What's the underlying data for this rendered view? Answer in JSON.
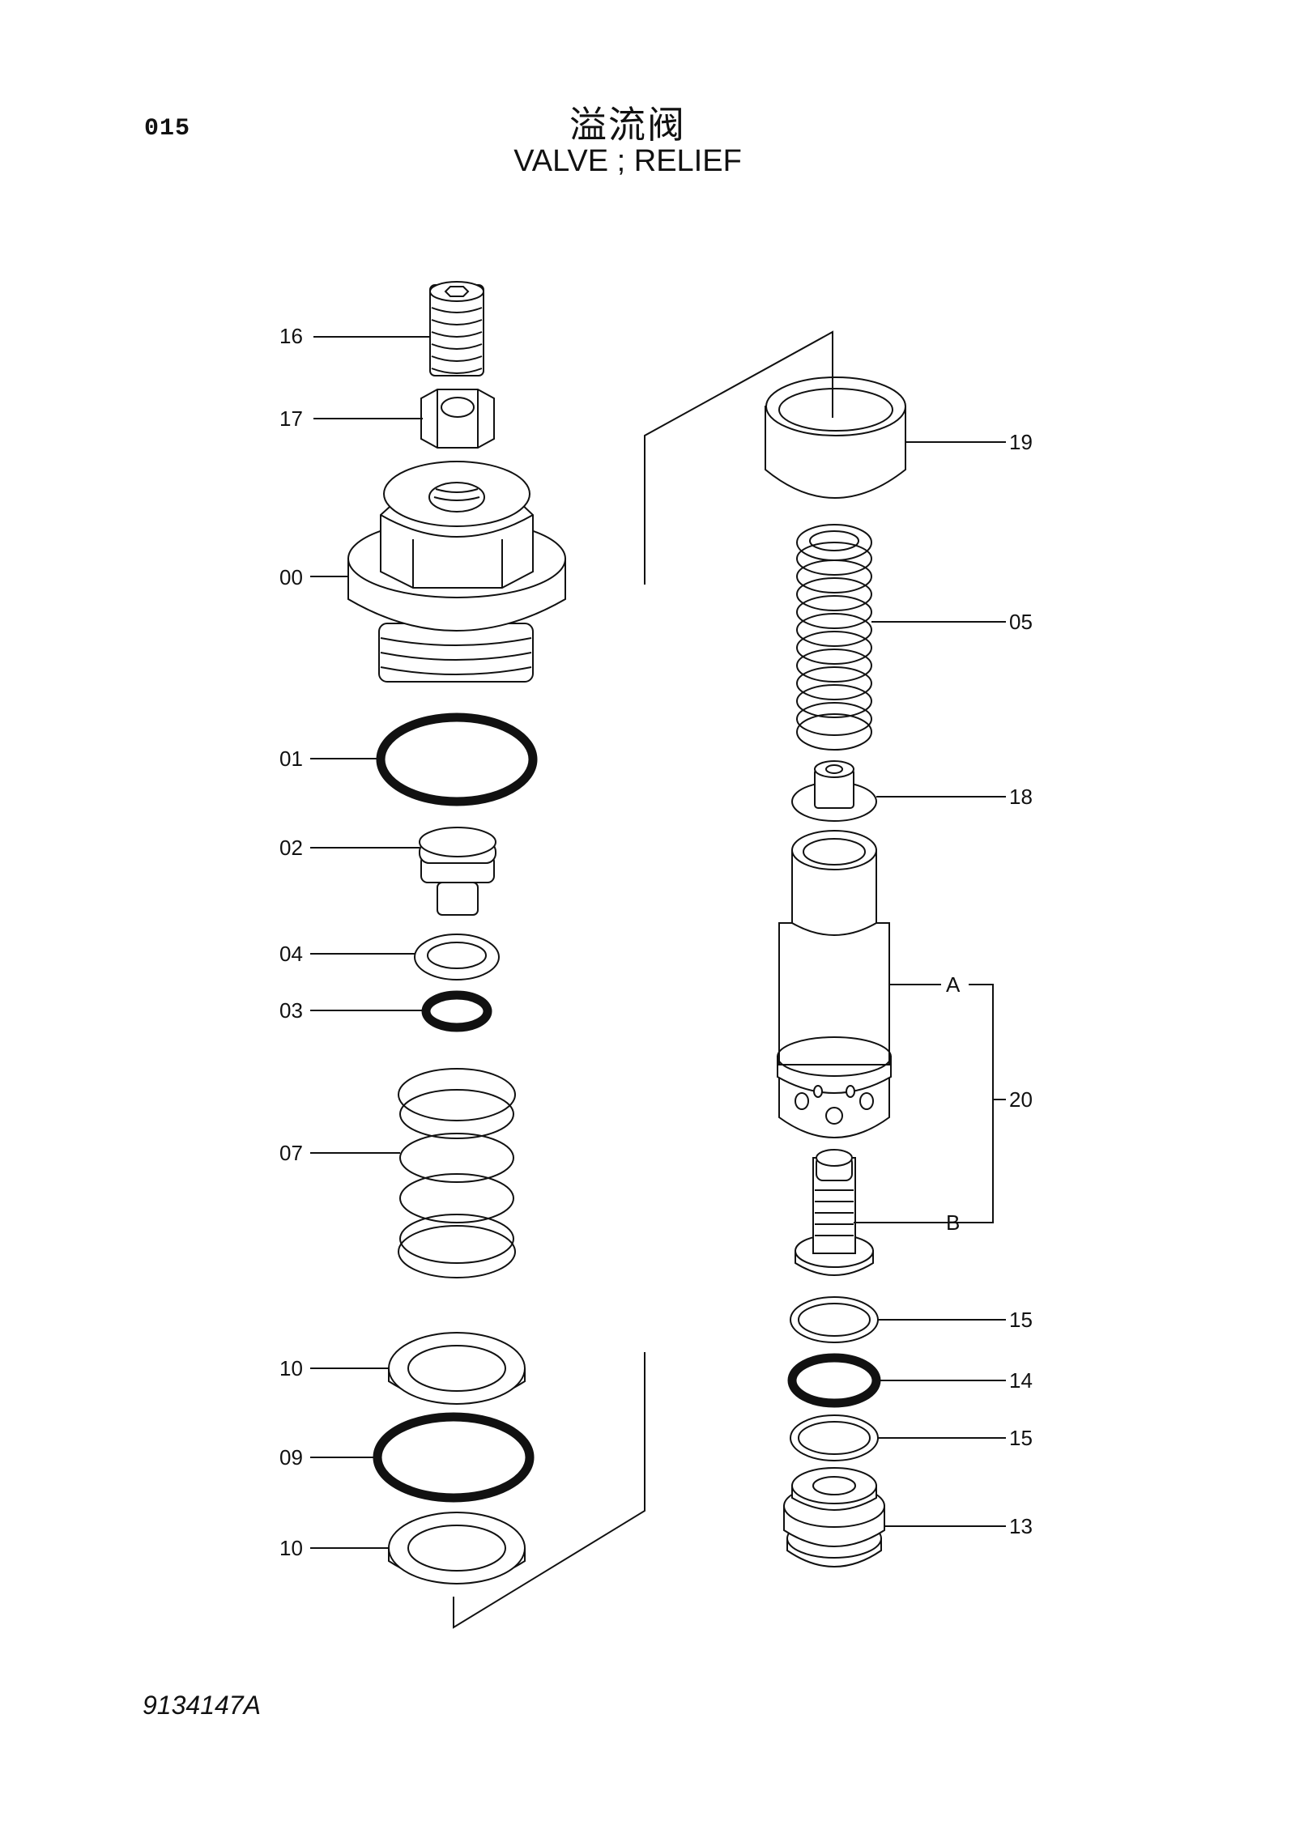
{
  "header": {
    "page_number": "015",
    "title_cn": "溢流阀",
    "title_en": "VALVE ; RELIEF"
  },
  "callouts": {
    "c16": "16",
    "c17": "17",
    "c00": "00",
    "c01": "01",
    "c02": "02",
    "c04": "04",
    "c03": "03",
    "c07": "07",
    "c10a": "10",
    "c09": "09",
    "c10b": "10",
    "c19": "19",
    "c05": "05",
    "c18": "18",
    "cA": "A",
    "c20": "20",
    "cB": "B",
    "c15a": "15",
    "c14": "14",
    "c15b": "15",
    "c13": "13"
  },
  "footer": {
    "drawing_number": "9134147A"
  }
}
